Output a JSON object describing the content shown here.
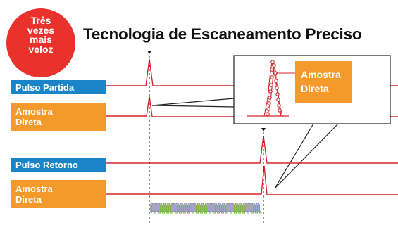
{
  "badge": {
    "lines": [
      "Três",
      "vezes",
      "mais",
      "veloz"
    ]
  },
  "title": "Tecnologia de Escaneamento Preciso",
  "labels": {
    "start_pulse": "Pulso Partida",
    "direct_sample_1": [
      "Amostra",
      "Direta"
    ],
    "return_pulse": "Pulso Retorno",
    "direct_sample_2": [
      "Amostra",
      "Direta"
    ],
    "zoom_sample": [
      "Amostra",
      "Direta"
    ]
  },
  "colors": {
    "badge": "#e8322b",
    "label_blue": "#1a84c8",
    "label_orange": "#f39a2b",
    "signal_line": "#d7262d",
    "clock_green": "#7ab648",
    "clock_purple": "#6d5aa8"
  }
}
